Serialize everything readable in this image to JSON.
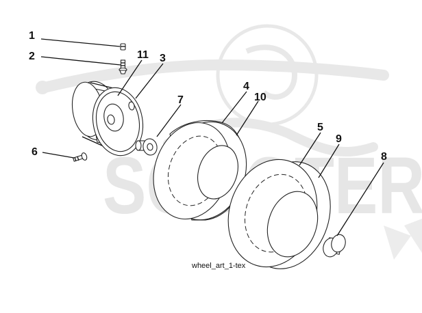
{
  "diagram": {
    "watermark": "SCOOTER",
    "caption": "wheel_art_1-tex",
    "callouts": [
      {
        "id": "1",
        "label": "1"
      },
      {
        "id": "2",
        "label": "2"
      },
      {
        "id": "11",
        "label": "11"
      },
      {
        "id": "3",
        "label": "3"
      },
      {
        "id": "4",
        "label": "4"
      },
      {
        "id": "10",
        "label": "10"
      },
      {
        "id": "7",
        "label": "7"
      },
      {
        "id": "6",
        "label": "6"
      },
      {
        "id": "5",
        "label": "5"
      },
      {
        "id": "9",
        "label": "9"
      },
      {
        "id": "8",
        "label": "8"
      }
    ]
  },
  "colors": {
    "ink": "#111111",
    "watermark": "#e6e6e6",
    "background": "#ffffff"
  }
}
